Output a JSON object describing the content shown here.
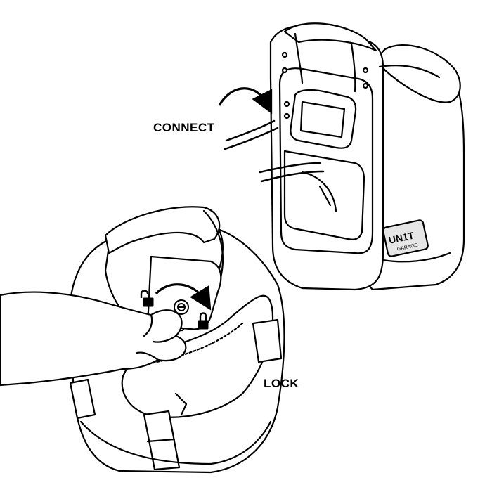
{
  "labels": {
    "connect": "CONNECT",
    "lock": "LOCK"
  },
  "brand_patch": {
    "line1": "UN1T",
    "line2": "GARAGE"
  },
  "icons": [
    "curved-arrow-icon",
    "padlock-open-icon",
    "padlock-closed-icon",
    "keyhole-icon"
  ],
  "colors": {
    "ink": "#000000",
    "paper": "#ffffff",
    "shade": "#e6e6e6"
  }
}
